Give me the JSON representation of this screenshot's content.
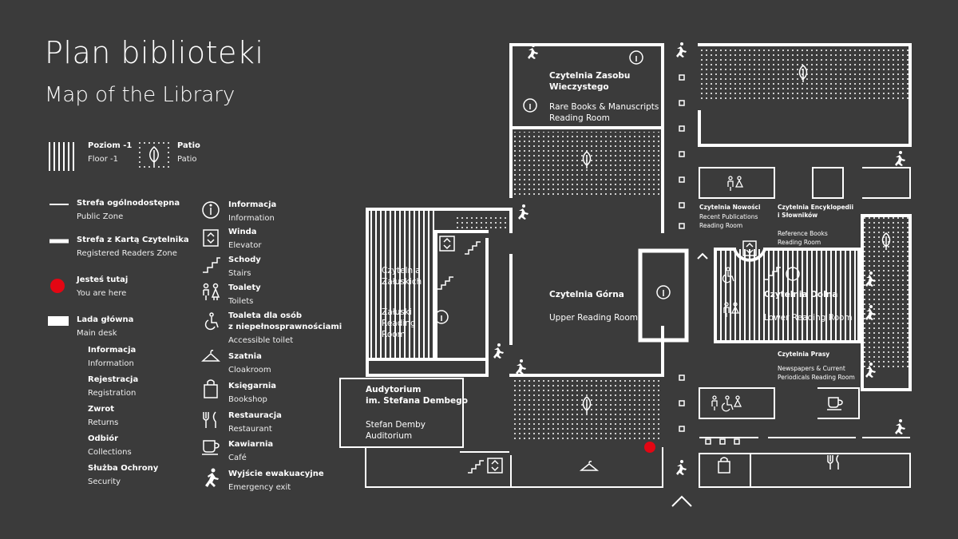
{
  "title": "Plan biblioteki",
  "subtitle": "Map of the Library",
  "legend": {
    "level": {
      "pl": "Poziom -1",
      "en": "Floor -1"
    },
    "patio": {
      "pl": "Patio",
      "en": "Patio"
    },
    "zones": [
      {
        "pl": "Strefa ogólnodostępna",
        "en": "Public Zone"
      },
      {
        "pl": "Strefa z Kartą Czytelnika",
        "en": "Registered Readers Zone"
      },
      {
        "pl": "Jesteś tutaj",
        "en": "You are here"
      },
      {
        "pl": "Lada główna",
        "en": "Main desk"
      }
    ],
    "desk_services": [
      {
        "pl": "Informacja",
        "en": "Information"
      },
      {
        "pl": "Rejestracja",
        "en": "Registration"
      },
      {
        "pl": "Zwrot",
        "en": "Returns"
      },
      {
        "pl": "Odbiór",
        "en": "Collections"
      },
      {
        "pl": "Służba Ochrony",
        "en": "Security"
      }
    ],
    "icons": [
      {
        "pl": "Informacja",
        "en": "Information",
        "icon": "information-icon"
      },
      {
        "pl": "Winda",
        "en": "Elevator",
        "icon": "elevator-icon"
      },
      {
        "pl": "Schody",
        "en": "Stairs",
        "icon": "stairs-icon"
      },
      {
        "pl": "Toalety",
        "en": "Toilets",
        "icon": "toilets-icon"
      },
      {
        "pl": "Toaleta dla osób",
        "pl2": "z niepełnosprawnościami",
        "en": "Accessible toilet",
        "icon": "accessible-toilet-icon"
      },
      {
        "pl": "Szatnia",
        "en": "Cloakroom",
        "icon": "cloakroom-icon"
      },
      {
        "pl": "Księgarnia",
        "en": "Bookshop",
        "icon": "bookshop-icon"
      },
      {
        "pl": "Restauracja",
        "en": "Restaurant",
        "icon": "restaurant-icon"
      },
      {
        "pl": "Kawiarnia",
        "en": "Café",
        "icon": "cafe-icon"
      },
      {
        "pl": "Wyjście ewakuacyjne",
        "en": "Emergency exit",
        "icon": "emergency-exit-icon"
      }
    ]
  },
  "rooms": {
    "rare_books": {
      "pl1": "Czytelnia Zasobu",
      "pl2": "Wieczystego",
      "en1": "Rare Books & Manuscripts",
      "en2": "Reading Room"
    },
    "zaluski": {
      "pl1": "Czytelnia",
      "pl2": "Załuskich",
      "en1": "Załuski",
      "en2": "Reading",
      "en3": "Room"
    },
    "upper": {
      "pl": "Czytelnia Górna",
      "en": "Upper Reading Room"
    },
    "lower": {
      "pl": "Czytelnia Dolna",
      "en": "Lower Reading Room"
    },
    "auditorium": {
      "pl1": "Audytorium",
      "pl2": "im. Stefana Dembego",
      "en1": "Stefan Demby",
      "en2": "Auditorium"
    },
    "new": {
      "pl": "Czytelnia Nowości",
      "en1": "Recent Publications",
      "en2": "Reading Room"
    },
    "reference": {
      "pl1": "Czytelnia Encyklopedii",
      "pl2": "i Słowników",
      "en1": "Reference Books",
      "en2": "Reading Room"
    },
    "press": {
      "pl": "Czytelnia Prasy",
      "en1": "Newspapers & Current",
      "en2": "Periodicals Reading Room"
    }
  },
  "colors": {
    "background": "#3b3b3b",
    "lines": "#ffffff",
    "you_are_here": "#e30613"
  }
}
